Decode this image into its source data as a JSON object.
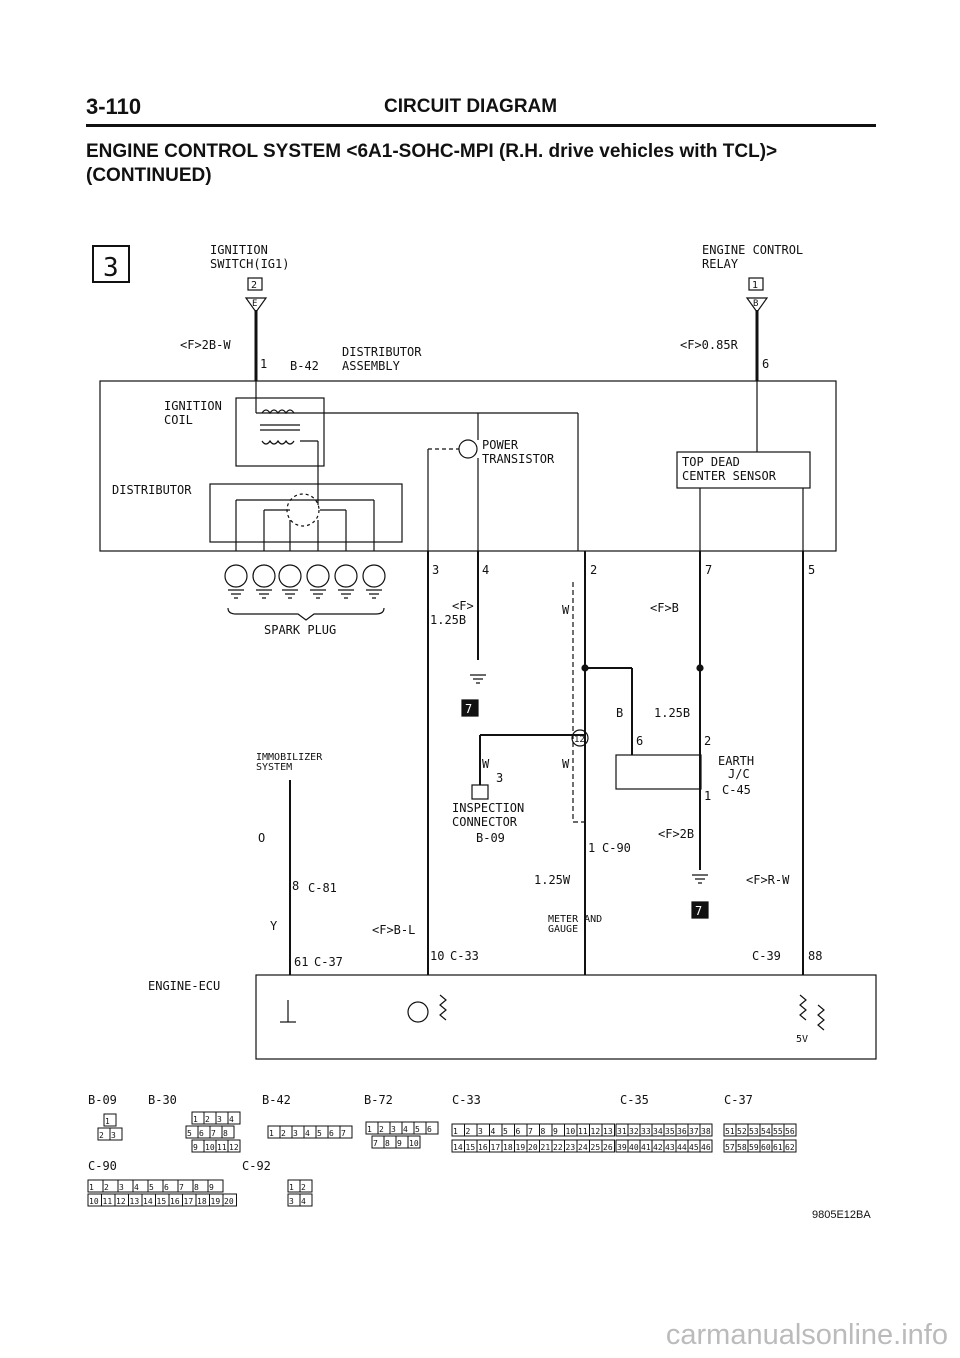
{
  "header": {
    "page_number": "3-110",
    "title": "CIRCUIT DIAGRAM"
  },
  "subtitle": {
    "line1": "ENGINE CONTROL SYSTEM <6A1-SOHC-MPI (R.H. drive vehicles with TCL)>",
    "line2": "(CONTINUED)"
  },
  "diagram": {
    "sheet_number": "3",
    "ignition_switch": {
      "line1": "IGNITION",
      "line2": "SWITCH(IG1)",
      "ref_box": "2",
      "tri_letter": "E"
    },
    "engine_control_relay": {
      "line1": "ENGINE CONTROL",
      "line2": "RELAY",
      "ref_box": "1",
      "tri_letter": "B"
    },
    "wires": {
      "w_2b_w": "<F>2B-W",
      "w_085r": "<F>0.85R",
      "w_f": "<F>",
      "w_125b": "1.25B",
      "w_W": "W",
      "w_fb": "<F>B",
      "w_B": "B",
      "w_125b_2": "1.25B",
      "w_W2": "W",
      "w_W3": "W",
      "w_0": "O",
      "w_Y": "Y",
      "w_fbl": "<F>B-L",
      "w_125w": "1.25W",
      "w_f2b": "<F>2B",
      "w_frw": "<F>R-W"
    },
    "pins": {
      "p1": "1",
      "p6": "6",
      "p3": "3",
      "p4": "4",
      "p2": "2",
      "p7": "7",
      "p5": "5",
      "p12": "12",
      "p6b": "6",
      "p2b": "2",
      "p3b": "3",
      "p1b": "1",
      "p1c": "1",
      "p8": "8",
      "p61": "61",
      "p10": "10",
      "p88": "88"
    },
    "connectors": {
      "b42_label": "B-42",
      "c45": "C-45",
      "b09": "B-09",
      "c90": "C-90",
      "c81": "C-81",
      "c37": "C-37",
      "c33": "C-33",
      "c39": "C-39"
    },
    "components": {
      "distributor_assembly_1": "DISTRIBUTOR",
      "distributor_assembly_2": "ASSEMBLY",
      "ignition_coil_1": "IGNITION",
      "ignition_coil_2": "COIL",
      "distributor": "DISTRIBUTOR",
      "power_transistor_1": "POWER",
      "power_transistor_2": "TRANSISTOR",
      "tdc_sensor_1": "TOP DEAD",
      "tdc_sensor_2": "CENTER SENSOR",
      "spark_plug": "SPARK PLUG",
      "immobilizer_1": "IMMOBILIZER",
      "immobilizer_2": "SYSTEM",
      "inspection_1": "INSPECTION",
      "inspection_2": "CONNECTOR",
      "earth_1": "EARTH",
      "earth_2": "J/C",
      "meter_1": "METER AND",
      "meter_2": "GAUGE",
      "engine_ecu": "ENGINE-ECU",
      "five_v": "5V",
      "ground_ref": "7"
    },
    "connector_views": {
      "labels": [
        "B-09",
        "B-30",
        "B-42",
        "B-72",
        "C-33",
        "C-35",
        "C-37",
        "C-90",
        "C-92"
      ],
      "b09_pins": [
        "1",
        "2",
        "3"
      ],
      "b30_pins": [
        "1",
        "2",
        "3",
        "4",
        "5",
        "6",
        "7",
        "8",
        "9",
        "10",
        "11",
        "12"
      ],
      "b42_pins": [
        "1",
        "2",
        "3",
        "4",
        "5",
        "6",
        "7"
      ],
      "b72_pins": [
        "1",
        "2",
        "3",
        "4",
        "5",
        "6",
        "7",
        "8",
        "9",
        "10"
      ],
      "c33_row1": [
        "1",
        "2",
        "3",
        "4",
        "5",
        "6",
        "7",
        "8",
        "9",
        "10",
        "11",
        "12",
        "13"
      ],
      "c33_row2": [
        "14",
        "15",
        "16",
        "17",
        "18",
        "19",
        "20",
        "21",
        "22",
        "23",
        "24",
        "25",
        "26"
      ],
      "c35_row1": [
        "31",
        "32",
        "33",
        "34",
        "35",
        "36",
        "37",
        "38"
      ],
      "c35_row2": [
        "39",
        "40",
        "41",
        "42",
        "43",
        "44",
        "45",
        "46"
      ],
      "c37_row1": [
        "51",
        "52",
        "53",
        "54",
        "55",
        "56"
      ],
      "c37_row2": [
        "57",
        "58",
        "59",
        "60",
        "61",
        "62"
      ],
      "c90_row1": [
        "1",
        "2",
        "3",
        "4",
        "5",
        "6",
        "7",
        "8",
        "9"
      ],
      "c90_row2": [
        "10",
        "11",
        "12",
        "13",
        "14",
        "15",
        "16",
        "17",
        "18",
        "19",
        "20"
      ],
      "c92_pins": [
        "1",
        "2",
        "3",
        "4"
      ]
    }
  },
  "footer": {
    "code": "9805E12BA",
    "watermark": "carmanualsonline.info"
  }
}
